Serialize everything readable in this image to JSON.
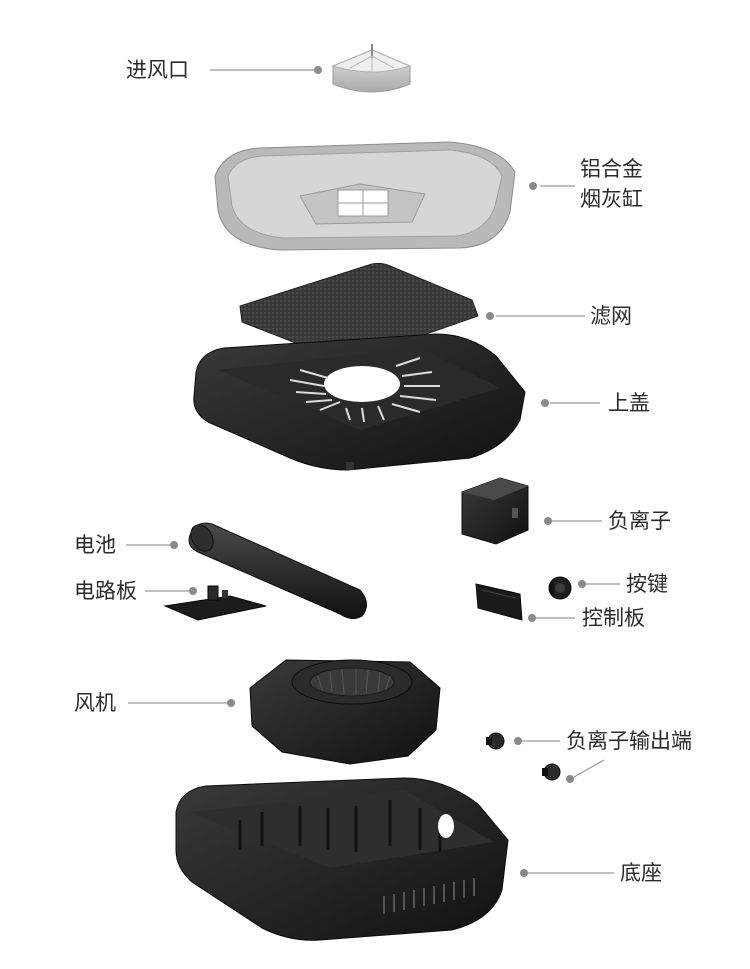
{
  "colors": {
    "leader": "#9a9a9a",
    "dot": "#8a8a8a",
    "part_dark": "#1e1e1e",
    "part_light": "#cfcfcf"
  },
  "labels": {
    "intake": "进风口",
    "ashtray_line1": "铝合金",
    "ashtray_line2": "烟灰缸",
    "filter": "滤网",
    "top_cover": "上盖",
    "ionizer": "负离子",
    "battery": "电池",
    "circuit_board": "电路板",
    "button": "按键",
    "control_board": "控制板",
    "fan": "风机",
    "ion_output": "负离子输出端",
    "base": "底座"
  }
}
